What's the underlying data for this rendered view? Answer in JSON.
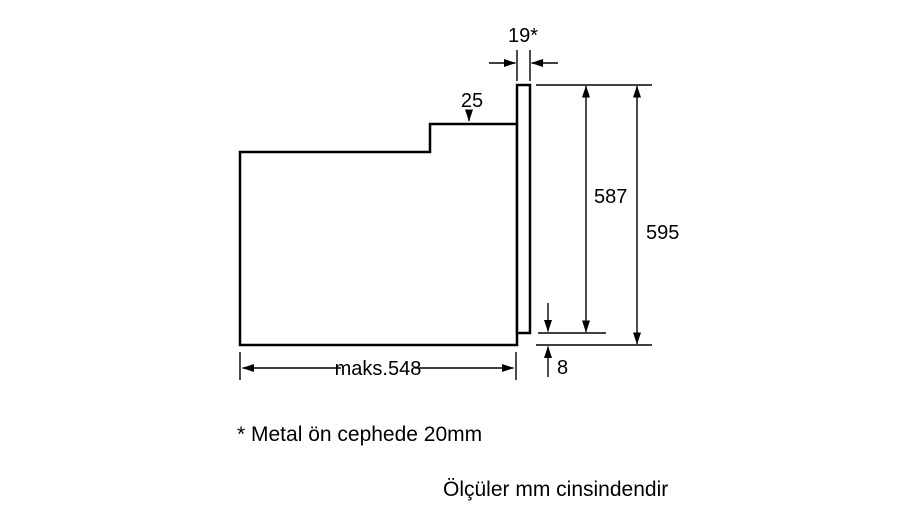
{
  "diagram": {
    "type": "appliance-installation-dimension-drawing",
    "dims": {
      "front_thickness": "19*",
      "top_step": "25",
      "case_height": "587",
      "total_height": "595",
      "max_depth": "maks.548",
      "bottom_gap": "8"
    },
    "notes": {
      "footnote": "* Metal ön cephede 20mm",
      "units": "Ölçüler mm cinsindendir"
    },
    "colors": {
      "line": "#000000",
      "background": "#ffffff",
      "text": "#000000"
    }
  }
}
